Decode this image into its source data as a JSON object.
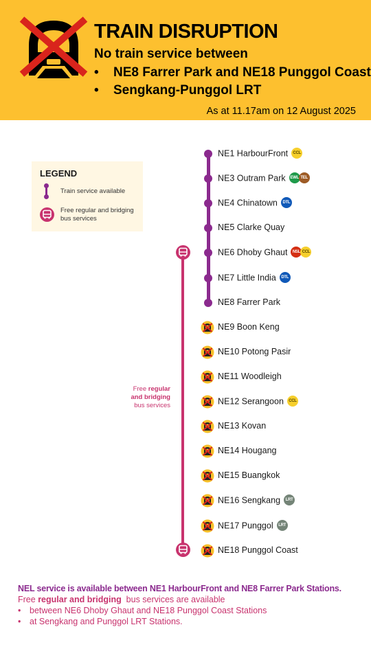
{
  "header": {
    "title": "TRAIN DISRUPTION",
    "subtitle": "No train service between",
    "bullets": [
      "NE8 Farrer Park and NE18 Punggol Coast",
      "Sengkang-Punggol LRT"
    ],
    "timestamp": "As at 11.17am on 12 August 2025",
    "icon": "train-crossed-out-icon"
  },
  "legend": {
    "title": "LEGEND",
    "train_available": "Train service available",
    "bus_services": "Free regular and bridging bus services"
  },
  "bus_note": {
    "line1": "Free ",
    "line1_bold": "regular",
    "line2_bold": "and bridging",
    "line3": "bus services"
  },
  "stations": [
    {
      "name": "NE1 HarbourFront",
      "status": "available",
      "badges": [
        {
          "text": "CCL",
          "bg": "#f6cf2c",
          "fg": "#5a4a00"
        }
      ]
    },
    {
      "name": "NE3 Outram Park",
      "status": "available",
      "badges": [
        {
          "text": "EWL",
          "bg": "#1e9a4a",
          "fg": "#ffffff"
        },
        {
          "text": "TEL",
          "bg": "#9d5b25",
          "fg": "#ffffff"
        }
      ]
    },
    {
      "name": "NE4 Chinatown",
      "status": "available",
      "badges": [
        {
          "text": "DTL",
          "bg": "#1059b8",
          "fg": "#ffffff"
        }
      ]
    },
    {
      "name": "NE5 Clarke Quay",
      "status": "available",
      "badges": []
    },
    {
      "name": "NE6 Dhoby Ghaut",
      "status": "available",
      "badges": [
        {
          "text": "NSL",
          "bg": "#d42e12",
          "fg": "#ffffff"
        },
        {
          "text": "CCL",
          "bg": "#f6cf2c",
          "fg": "#5a4a00"
        }
      ]
    },
    {
      "name": "NE7 Little India",
      "status": "available",
      "badges": [
        {
          "text": "DTL",
          "bg": "#1059b8",
          "fg": "#ffffff"
        }
      ]
    },
    {
      "name": "NE8 Farrer Park",
      "status": "available",
      "badges": []
    },
    {
      "name": "NE9 Boon Keng",
      "status": "disrupted",
      "badges": []
    },
    {
      "name": "NE10 Potong Pasir",
      "status": "disrupted",
      "badges": []
    },
    {
      "name": "NE11 Woodleigh",
      "status": "disrupted",
      "badges": []
    },
    {
      "name": "NE12 Serangoon",
      "status": "disrupted",
      "badges": [
        {
          "text": "CCL",
          "bg": "#f6cf2c",
          "fg": "#5a4a00"
        }
      ]
    },
    {
      "name": "NE13 Kovan",
      "status": "disrupted",
      "badges": []
    },
    {
      "name": "NE14 Hougang",
      "status": "disrupted",
      "badges": []
    },
    {
      "name": "NE15 Buangkok",
      "status": "disrupted",
      "badges": []
    },
    {
      "name": "NE16 Sengkang",
      "status": "disrupted",
      "badges": [
        {
          "text": "LRT",
          "bg": "#748477",
          "fg": "#ffffff"
        }
      ]
    },
    {
      "name": "NE17 Punggol",
      "status": "disrupted",
      "badges": [
        {
          "text": "LRT",
          "bg": "#748477",
          "fg": "#ffffff"
        }
      ]
    },
    {
      "name": "NE18 Punggol Coast",
      "status": "disrupted",
      "badges": []
    }
  ],
  "footer": {
    "line1": "NEL service is available between NE1 HarbourFront and NE8 Farrer Park Stations.",
    "line2_pre": "Free ",
    "line2_bold": "regular and bridging",
    "line2_post": "  bus services are available",
    "bullets": [
      "between NE6 Dhoby Ghaut and NE18 Punggol Coast Stations",
      "at Sengkang and Punggol LRT Stations."
    ]
  },
  "colors": {
    "header_bg": "#fdc02f",
    "nel_purple": "#8b2a8e",
    "bus_pink": "#c8336e",
    "disrupted_yellow": "#f6c02a",
    "legend_bg": "#fff7e3"
  }
}
